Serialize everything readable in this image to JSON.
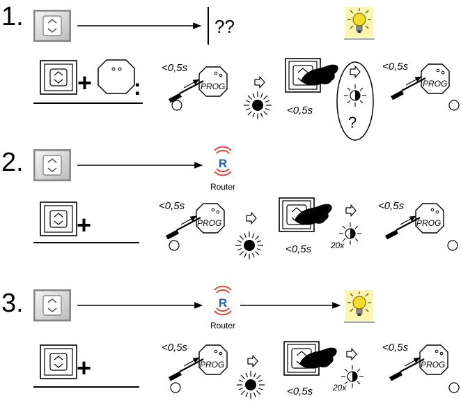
{
  "steps": [
    {
      "number": "1.",
      "result": "??",
      "operator": "+",
      "suffix": ":",
      "short_press": "<0,5s",
      "prog": "PROG",
      "question": "?"
    },
    {
      "number": "2.",
      "router_letter": "R",
      "router_label": "Router",
      "operator": "+",
      "short_press": "<0,5s",
      "prog": "PROG",
      "blink_count": "20x"
    },
    {
      "number": "3.",
      "router_letter": "R",
      "router_label": "Router",
      "operator": "+",
      "short_press": "<0,5s",
      "prog": "PROG",
      "blink_count": "20x"
    }
  ],
  "icons": {
    "switch": "rocker-switch-icon",
    "actuator": "flush-actuator-icon",
    "screwdriver": "screwdriver-icon",
    "lamp": "light-bulb-icon",
    "router": "router-icon",
    "hand": "hand-press-icon",
    "led_on": "led-blinking-icon",
    "led_half": "led-half-icon"
  },
  "colors": {
    "router_blue": "#1f5fb0",
    "router_red": "#e0453a",
    "lamp_yellow": "#f4dd2a",
    "lamp_glow": "#fdf6b0"
  }
}
